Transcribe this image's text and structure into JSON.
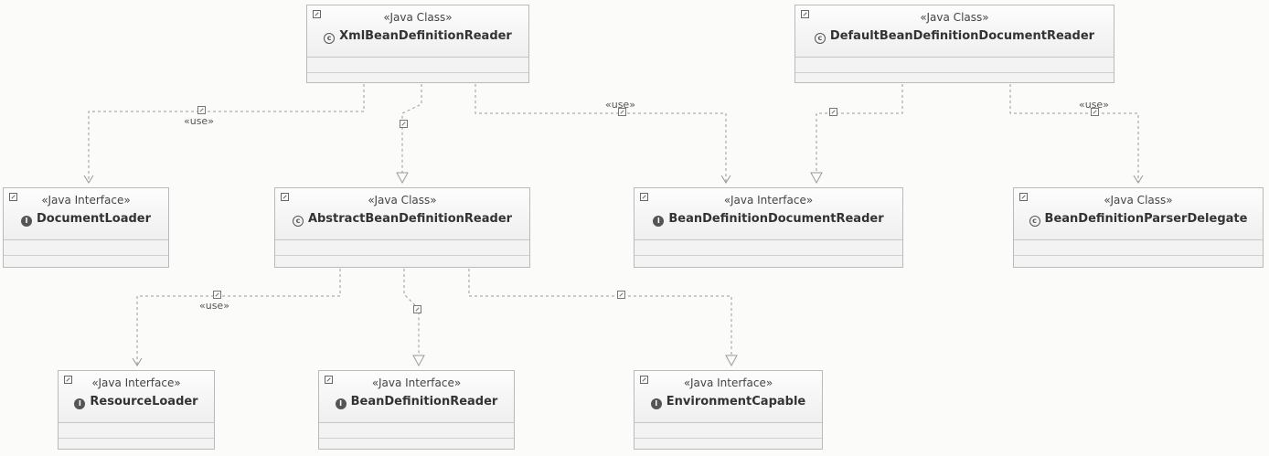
{
  "nodes": [
    {
      "id": "xml",
      "stereotype": "«Java Class»",
      "name": "XmlBeanDefinitionReader",
      "kind": "class"
    },
    {
      "id": "default",
      "stereotype": "«Java Class»",
      "name": "DefaultBeanDefinitionDocumentReader",
      "kind": "class"
    },
    {
      "id": "docloader",
      "stereotype": "«Java Interface»",
      "name": "DocumentLoader",
      "kind": "interface"
    },
    {
      "id": "abstract",
      "stereotype": "«Java Class»",
      "name": "AbstractBeanDefinitionReader",
      "kind": "class"
    },
    {
      "id": "bddr",
      "stereotype": "«Java Interface»",
      "name": "BeanDefinitionDocumentReader",
      "kind": "interface"
    },
    {
      "id": "parser",
      "stereotype": "«Java Class»",
      "name": "BeanDefinitionParserDelegate",
      "kind": "class"
    },
    {
      "id": "resloader",
      "stereotype": "«Java Interface»",
      "name": "ResourceLoader",
      "kind": "interface"
    },
    {
      "id": "bdreader",
      "stereotype": "«Java Interface»",
      "name": "BeanDefinitionReader",
      "kind": "interface"
    },
    {
      "id": "envcap",
      "stereotype": "«Java Interface»",
      "name": "EnvironmentCapable",
      "kind": "interface"
    }
  ],
  "edges": [
    {
      "id": "e1",
      "from": "xml",
      "to": "docloader",
      "type": "use",
      "label": "«use»"
    },
    {
      "id": "e2",
      "from": "xml",
      "to": "abstract",
      "type": "extends",
      "label": ""
    },
    {
      "id": "e3",
      "from": "xml",
      "to": "bddr",
      "type": "use",
      "label": "«use»"
    },
    {
      "id": "e4",
      "from": "default",
      "to": "bddr",
      "type": "implements",
      "label": ""
    },
    {
      "id": "e5",
      "from": "default",
      "to": "parser",
      "type": "use",
      "label": "«use»"
    },
    {
      "id": "e6",
      "from": "abstract",
      "to": "resloader",
      "type": "use",
      "label": "«use»"
    },
    {
      "id": "e7",
      "from": "abstract",
      "to": "bdreader",
      "type": "implements",
      "label": ""
    },
    {
      "id": "e8",
      "from": "abstract",
      "to": "envcap",
      "type": "implements",
      "label": ""
    }
  ],
  "colors": {
    "edge": "#9a9a9a",
    "box_border": "#b9b9b9",
    "text": "#333333"
  }
}
